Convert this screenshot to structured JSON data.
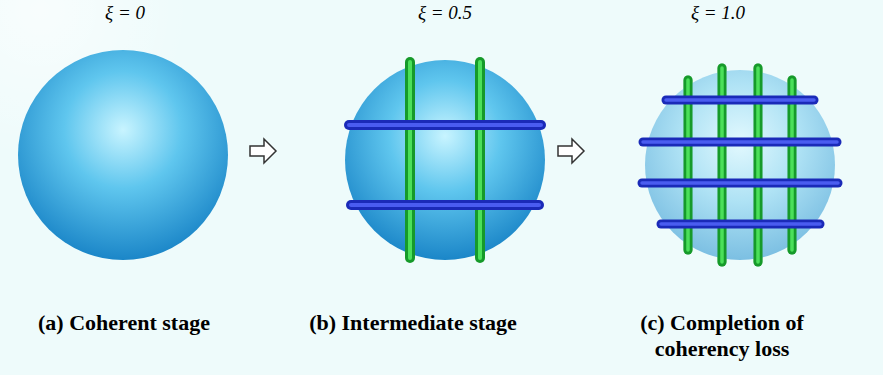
{
  "diagram": {
    "labels": [
      "ξ = 0",
      "ξ = 0.5",
      "ξ = 1.0",
      "(a) Coherent stage",
      "(b) Intermediate stage",
      "(c) Completion of coherency loss"
    ]
  }
}
